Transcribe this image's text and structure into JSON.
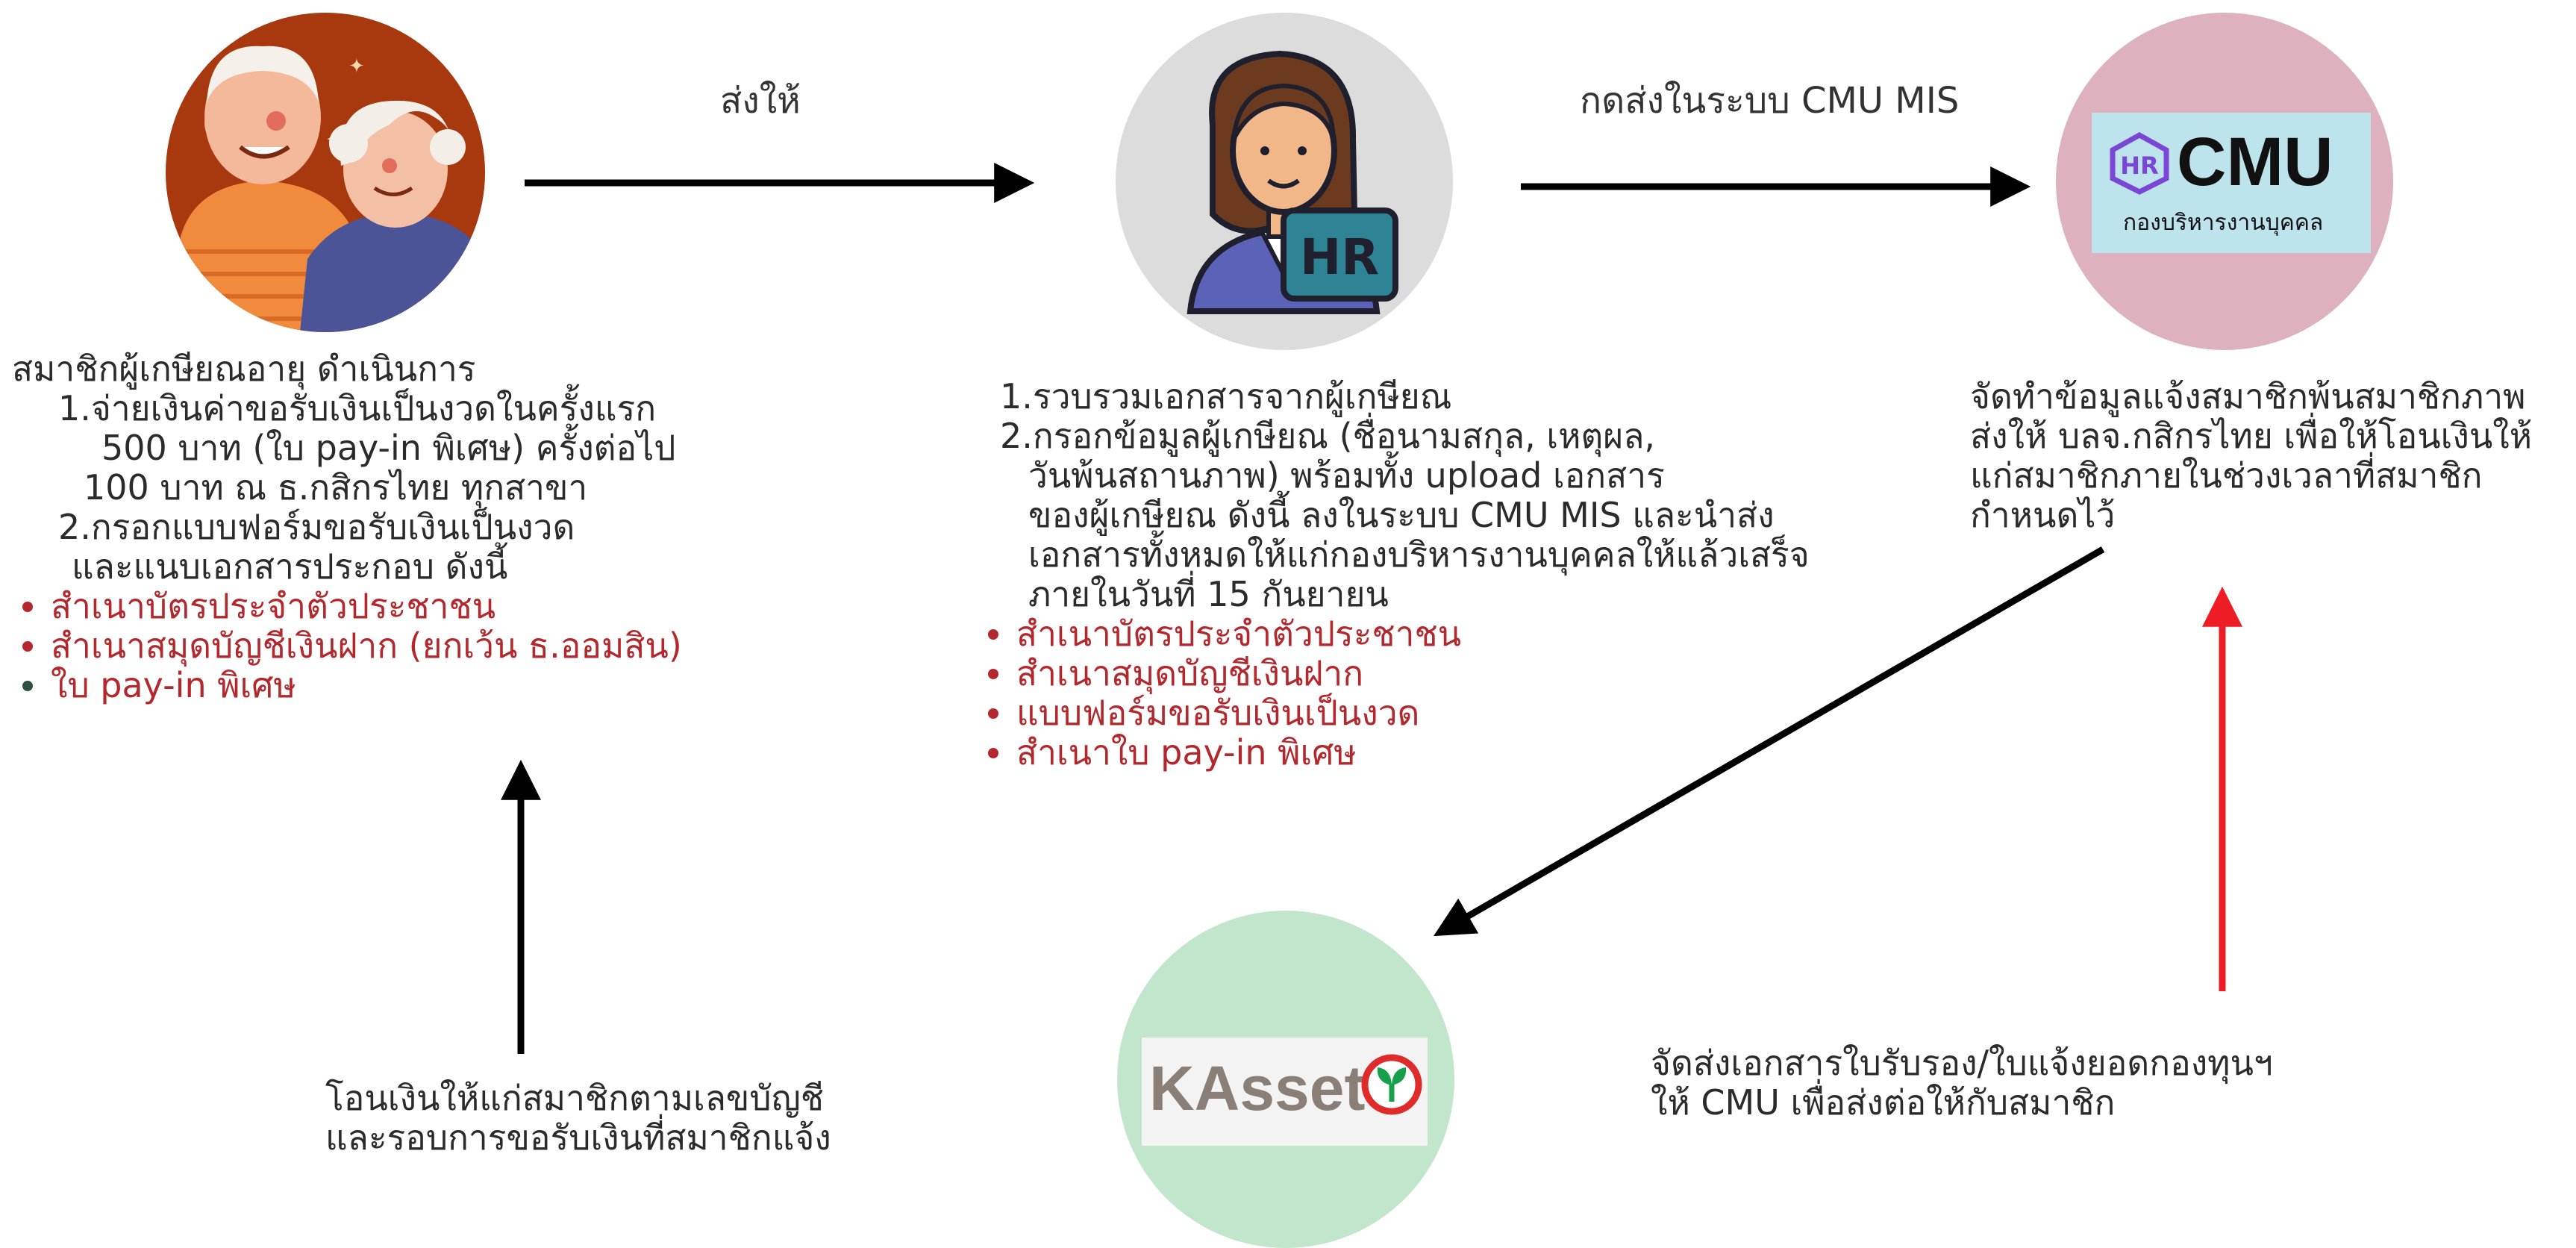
{
  "arrows": {
    "step1_label": "ส่งให้",
    "step2_label": "กดส่งในระบบ CMU MIS"
  },
  "retiree": {
    "title": "สมาชิกผู้เกษียณอายุ ดำเนินการ",
    "steps": [
      "1.จ่ายเงินค่าขอรับเงินเป็นงวดในครั้งแรก",
      "500 บาท (ใบ pay-in พิเศษ) ครั้งต่อไป",
      "100 บาท ณ ธ.กสิกรไทย ทุกสาขา",
      "2.กรอกแบบฟอร์มขอรับเงินเป็นงวด",
      "และแนบเอกสารประกอบ ดังนี้"
    ],
    "documents": [
      "สำเนาบัตรประจำตัวประชาชน",
      "สำเนาสมุดบัญชีเงินฝาก (ยกเว้น ธ.ออมสิน)",
      "ใบ pay-in พิเศษ"
    ]
  },
  "hr": {
    "badge": "HR",
    "steps": [
      "1.รวบรวมเอกสารจากผู้เกษียณ",
      "2.กรอกข้อมูลผู้เกษียณ (ชื่อนามสกุล, เหตุผล,",
      "วันพ้นสถานภาพ) พร้อมทั้ง upload เอกสาร",
      "ของผู้เกษียณ ดังนี้ ลงในระบบ CMU MIS และนำส่ง",
      "เอกสารทั้งหมดให้แก่กองบริหารงานบุคคลให้แล้วเสร็จ",
      "ภายในวันที่ 15 กันยายน"
    ],
    "documents": [
      "สำเนาบัตรประจำตัวประชาชน",
      "สำเนาสมุดบัญชีเงินฝาก",
      "แบบฟอร์มขอรับเงินเป็นงวด",
      "สำเนาใบ pay-in พิเศษ"
    ]
  },
  "cmu": {
    "logo_mark": "HR",
    "logo_text": "CMU",
    "logo_sub": "กองบริหารงานบุคคล",
    "description": [
      "จัดทำข้อมูลแจ้งสมาชิกพ้นสมาชิกภาพ",
      "ส่งให้ บลจ.กสิกรไทย เพื่อให้โอนเงินให้",
      "แก่สมาชิกภายในช่วงเวลาที่สมาชิก",
      "กำหนดไว้"
    ]
  },
  "kasset": {
    "logo_text": "KAsset",
    "to_cmu": [
      "จัดส่งเอกสารใบรับรอง/ใบแจ้งยอดกองทุนฯ",
      "ให้ CMU เพื่อส่งต่อให้กับสมาชิก"
    ],
    "to_member": [
      "โอนเงินให้แก่สมาชิกตามเลขบัญชี",
      "และรอบการขอรับเงินที่สมาชิกแจ้ง"
    ]
  },
  "colors": {
    "retiree_circle": "#a8380e",
    "hr_circle": "#dcdcdc",
    "cmu_circle": "#ddb1bd",
    "kasset_circle": "#c2e6cb",
    "doc_red": "#b3282d",
    "red_arrow": "#ee1c25"
  }
}
